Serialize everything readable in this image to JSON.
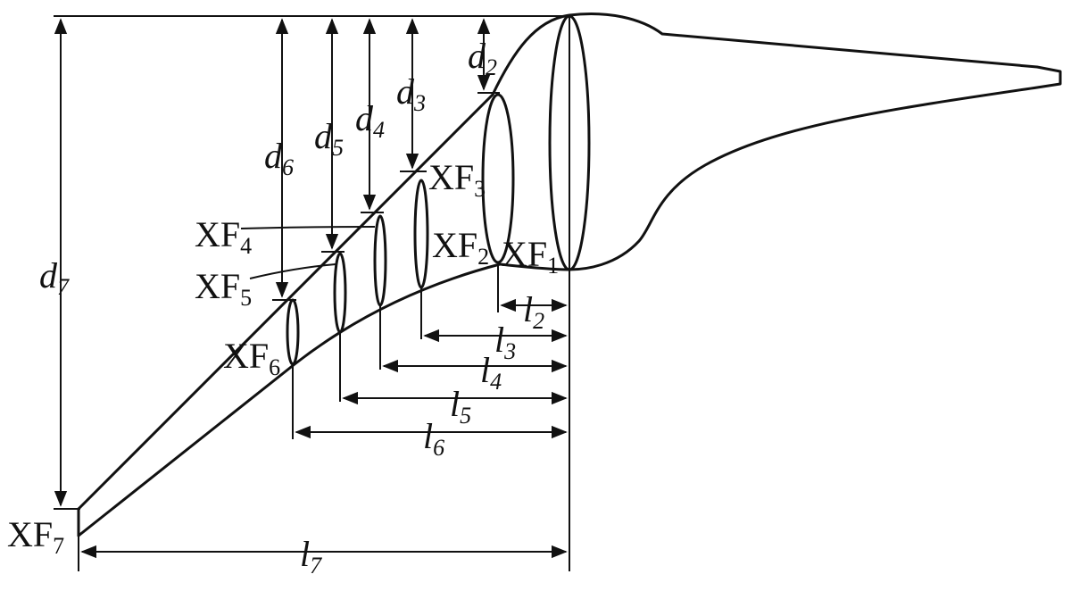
{
  "sections": [
    {
      "name": "XF",
      "sub": "1"
    },
    {
      "name": "XF",
      "sub": "2"
    },
    {
      "name": "XF",
      "sub": "3"
    },
    {
      "name": "XF",
      "sub": "4"
    },
    {
      "name": "XF",
      "sub": "5"
    },
    {
      "name": "XF",
      "sub": "6"
    },
    {
      "name": "XF",
      "sub": "7"
    }
  ],
  "heights": [
    {
      "name": "d",
      "sub": "2"
    },
    {
      "name": "d",
      "sub": "3"
    },
    {
      "name": "d",
      "sub": "4"
    },
    {
      "name": "d",
      "sub": "5"
    },
    {
      "name": "d",
      "sub": "6"
    },
    {
      "name": "d",
      "sub": "7"
    }
  ],
  "lengths": [
    {
      "name": "l",
      "sub": "2"
    },
    {
      "name": "l",
      "sub": "3"
    },
    {
      "name": "l",
      "sub": "4"
    },
    {
      "name": "l",
      "sub": "5"
    },
    {
      "name": "l",
      "sub": "6"
    },
    {
      "name": "l",
      "sub": "7"
    }
  ]
}
